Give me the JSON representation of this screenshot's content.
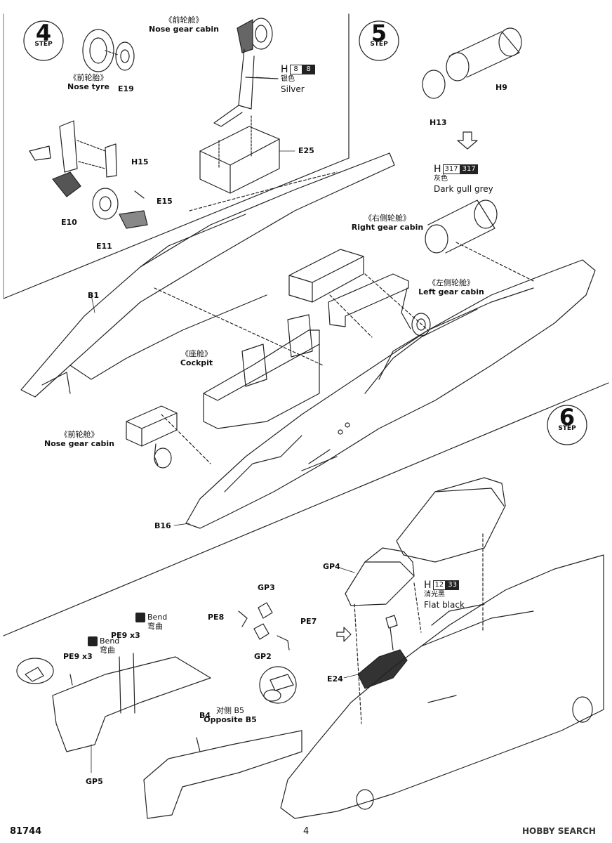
{
  "steps": {
    "four": "4",
    "five": "5",
    "six": "6",
    "word": "STEP"
  },
  "labels": {
    "nose_gear_cabin_top_cn": "《前轮舱》",
    "nose_gear_cabin_top_en": "Nose gear cabin",
    "nose_tyre_cn": "《前轮胎》",
    "nose_tyre_en": "Nose tyre",
    "e19": "E19",
    "h15": "H15",
    "e15": "E15",
    "e10": "E10",
    "e11": "E11",
    "e25": "E25",
    "h9": "H9",
    "h13": "H13",
    "b1": "B1",
    "right_gear_cn": "《右侧轮舱》",
    "right_gear_en": "Right gear cabin",
    "left_gear_cn": "《左侧轮舱》",
    "left_gear_en": "Left gear cabin",
    "cockpit_cn": "《座舱》",
    "cockpit_en": "Cockpit",
    "nose_gear_cabin_cn": "《前轮舱》",
    "nose_gear_cabin_en": "Nose gear cabin",
    "b16": "B16",
    "gp4": "GP4",
    "gp3": "GP3",
    "pe8": "PE8",
    "pe7": "PE7",
    "gp2": "GP2",
    "pe9_a": "PE9 x3",
    "pe9_b": "PE9 x3",
    "e24": "E24",
    "b4": "B4",
    "opp_cn": "对侧 B5",
    "opp_en": "Opposite B5",
    "gp5": "GP5"
  },
  "bend": {
    "en": "Bend",
    "cn": "弯曲"
  },
  "paints": {
    "silver": {
      "letter": "H",
      "code_a": "8",
      "code_b": "8",
      "cn": "银色",
      "en": "Silver"
    },
    "gull": {
      "letter": "H",
      "code_a": "317",
      "code_b": "317",
      "cn": "灰色",
      "en": "Dark gull grey"
    },
    "black": {
      "letter": "H",
      "code_a": "12",
      "code_b": "33",
      "cn": "消光黑",
      "en": "Flat black"
    }
  },
  "footer": {
    "kit_no": "81744",
    "page": "4",
    "watermark": "HOBBY SEARCH"
  }
}
